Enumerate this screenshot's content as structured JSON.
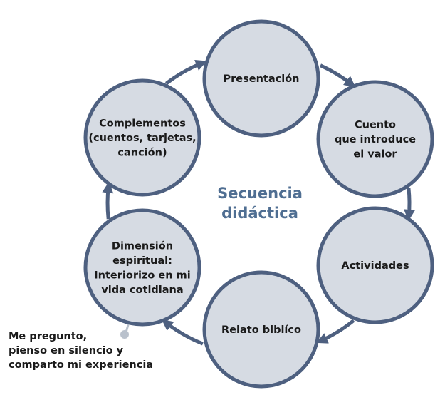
{
  "colors": {
    "circle_fill": "#d6dbe3",
    "circle_stroke": "#4e6080",
    "arrow": "#4e6080",
    "center_text": "#4f6e92",
    "callout_dot": "#b9c1cc",
    "text": "#1a1a1a"
  },
  "center_title": [
    "Secuencia",
    "didáctica"
  ],
  "nodes": [
    {
      "id": "presentacion",
      "lines": [
        "Presentación"
      ]
    },
    {
      "id": "cuento",
      "lines": [
        "Cuento",
        "que introduce",
        "el valor"
      ]
    },
    {
      "id": "actividades",
      "lines": [
        "Actividades"
      ]
    },
    {
      "id": "relato-biblico",
      "lines": [
        "Relato biblíco"
      ]
    },
    {
      "id": "dimension-espiritual",
      "lines": [
        "Dimensión",
        "espiritual:",
        "Interiorizo en mi",
        "vida cotidiana"
      ]
    },
    {
      "id": "complementos",
      "lines": [
        "Complementos",
        "(cuentos, tarjetas,",
        "canción)"
      ]
    }
  ],
  "callout": {
    "attached_to": "dimension-espiritual",
    "lines": [
      "Me pregunto,",
      "pienso en silencio y",
      "comparto mi experiencia"
    ]
  }
}
